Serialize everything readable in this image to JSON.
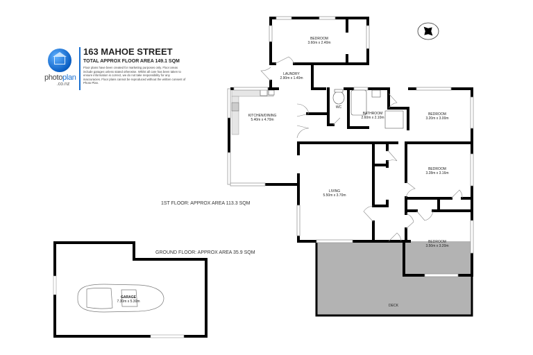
{
  "header": {
    "logo_text_main": "photo",
    "logo_text_accent": "plan",
    "logo_subtext": ".co.nz",
    "title": "163 MAHOE STREET",
    "subtitle": "TOTAL APPROX FLOOR AREA 149.1 SQM",
    "disclaimer": "Floor plans have been created for marketing purposes only. Floor areas include garages unless stated otherwise. Whilst all care has been taken to ensure information is correct, we do not take responsibility for any inaccuracies. Floor plans cannot be reproduced without the written consent of Photo Plan."
  },
  "floors": {
    "first": "1ST FLOOR: APPROX AREA 113.3 SQM",
    "ground": "GROUND FLOOR: APPROX AREA 35.9 SQM"
  },
  "rooms": [
    {
      "name": "BEDROOM",
      "size": "3.60m  x 2.40m"
    },
    {
      "name": "LAUNDRY",
      "size": "2.90m  x 1.40m"
    },
    {
      "name": "KITCHEN/DINING",
      "size": "5.40m  x 4.70m"
    },
    {
      "name": "WC",
      "size": ""
    },
    {
      "name": "BATHROOM",
      "size": "2.60m  x 2.10m"
    },
    {
      "name": "BEDROOM",
      "size": "3.20m  x 3.00m"
    },
    {
      "name": "BEDROOM",
      "size": "3.28m  x 3.16m"
    },
    {
      "name": "LIVING",
      "size": "5.50m  x 3.70m"
    },
    {
      "name": "BEDROOM",
      "size": "3.50m  x 3.20m"
    },
    {
      "name": "DECK",
      "size": ""
    },
    {
      "name": "GARAGE",
      "size": "7.30m  x 5.30m"
    }
  ],
  "compass": {
    "icon": "compass-rose-icon"
  },
  "colors": {
    "wall": "#000000",
    "window": "#d9d9d9",
    "deck_fill": "#b3b3b3",
    "counter_fill": "#e6e6e6",
    "brand_blue": "#1a6fd0"
  }
}
